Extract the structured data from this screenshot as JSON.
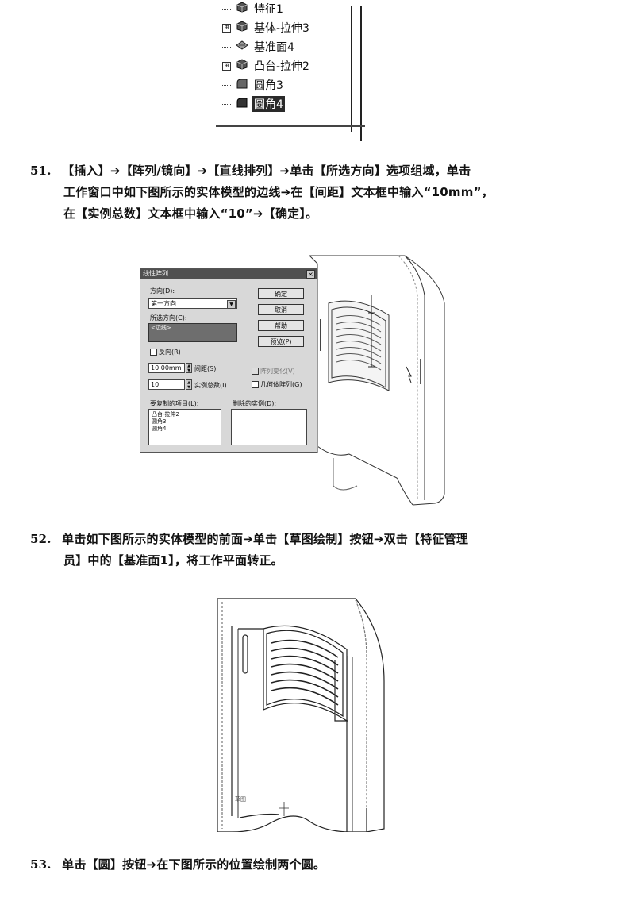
{
  "tree": {
    "items": [
      {
        "label": "特征1",
        "expander": "",
        "icon": "extrude-feature-icon"
      },
      {
        "label": "基体-拉伸3",
        "expander": "⊞",
        "icon": "extrude-feature-icon"
      },
      {
        "label": "基准面4",
        "expander": "",
        "icon": "plane-icon"
      },
      {
        "label": "凸台-拉伸2",
        "expander": "⊞",
        "icon": "extrude-feature-icon"
      },
      {
        "label": "圆角3",
        "expander": "",
        "icon": "fillet-icon"
      },
      {
        "label": "圆角4",
        "expander": "",
        "icon": "fillet-icon",
        "selected": true
      }
    ]
  },
  "steps": [
    {
      "number": "51.",
      "lines": [
        "【插入】➔【阵列/镜向】➔【直线排列】➔单击【所选方向】选项组域，单击",
        "工作窗口中如下图所示的实体模型的边线➔在【间距】文本框中输入“10mm”，",
        "在【实例总数】文本框中输入“10”➔【确定】。"
      ]
    },
    {
      "number": "52.",
      "lines": [
        "单击如下图所示的实体模型的前面➔单击【草图绘制】按钮➔双击【特征管理",
        "员】中的【基准面1】，将工作平面转正。"
      ]
    },
    {
      "number": "53.",
      "lines": [
        "单击【圆】按钮➔在下图所示的位置绘制两个圆。"
      ]
    }
  ],
  "dialog": {
    "title": "线性阵列",
    "close": "×",
    "direction_label": "方向(D):",
    "direction_value": "第一方向",
    "selected_dir_label": "所选方向(C):",
    "selected_dir_value": "<边线>",
    "reverse_label": "反向(R)",
    "spacing_value": "10.00mm",
    "spacing_label": "间距(S)",
    "count_value": "10",
    "count_label": "实例总数(I)",
    "vary_label": "阵列变化(V)",
    "geometry_label": "几何体阵列(G)",
    "buttons": [
      "确定",
      "取消",
      "帮助",
      "预览(P)"
    ],
    "items_label": "要复制的项目(L):",
    "items": [
      "凸台-拉伸2",
      "圆角3",
      "圆角4"
    ],
    "deleted_label": "删除的实例(D):"
  },
  "model": {
    "sketch_label": "草图"
  }
}
